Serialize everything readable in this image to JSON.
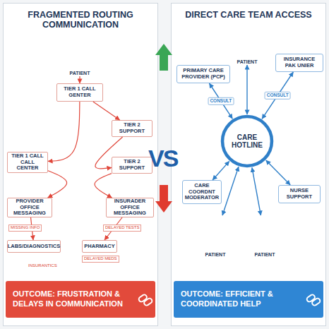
{
  "diagram": {
    "nodes": [
      {
        "text": [
          "FRAGMENTED ROUTING COMMUNICATION"
        ]
      },
      {
        "text": [
          "PATIENT"
        ],
        "in": 0
      },
      {
        "text": [
          "TIER 1 CALL GENTER"
        ],
        "in": 0
      },
      {
        "text": [
          "TIER 2 SUPPORT"
        ],
        "in": 0
      },
      {
        "text": [
          "TIER 1 CALL CALL CENTER"
        ],
        "in": 0
      },
      {
        "text": [
          "TIER 2 SUPPORT"
        ],
        "in": 0
      },
      {
        "text": [
          "PROVIDER OFFICE MESSAGING"
        ],
        "in": 0
      },
      {
        "text": [
          "INSURADER OFFICE MESSAGING"
        ],
        "in": 0
      },
      {
        "text": [
          "LABS/DIAGNOSTICS"
        ],
        "in": 0
      },
      {
        "text": [
          "PHARMACY"
        ],
        "in": 0
      },
      {
        "text": [
          "OUTCOME: FRUSTRATION & DELAYS IN COMMUNICATION"
        ],
        "in": 0
      },
      {
        "text": [
          "DIRECT CARE TEAM ACCESS"
        ]
      },
      {
        "text": [
          "PRIMARY CARE PROVIDER (PCP)"
        ],
        "in": 11
      },
      {
        "text": [
          "PATIENT"
        ],
        "in": 11
      },
      {
        "text": [
          "INSURANCE PAK UNIER"
        ],
        "in": 11
      },
      {
        "text": [
          "CARE HOTLINE"
        ],
        "in": 11
      },
      {
        "text": [
          "CARE COORDNT MODERATOR"
        ],
        "in": 11
      },
      {
        "text": [
          "NURSE SUPPORT"
        ],
        "in": 11
      },
      {
        "text": [
          "PATIENT"
        ],
        "in": 11
      },
      {
        "text": [
          "PATIENT"
        ],
        "in": 11
      },
      {
        "text": [
          "OUTCOME: EFFICIENT & COORDINATED HELP"
        ],
        "in": 11
      }
    ],
    "edges": [
      {
        "from": 1,
        "to": 2,
        "arrow": "to"
      },
      {
        "from": 2,
        "to": 3,
        "arrow": "to"
      },
      {
        "from": 2,
        "to": 4,
        "arrow": "to"
      },
      {
        "from": 3,
        "to": 5,
        "arrow": "to"
      },
      {
        "from": 4,
        "to": 6,
        "arrow": "to"
      },
      {
        "from": 5,
        "to": 7,
        "arrow": "to"
      },
      {
        "from": 6,
        "to": 8,
        "arrow": "to"
      },
      {
        "from": 7,
        "to": 9,
        "arrow": "to"
      },
      {
        "from": 13,
        "to": 15,
        "arrow": "both"
      },
      {
        "from": 12,
        "to": 15,
        "label": "CONSULT",
        "arrow": "both"
      },
      {
        "from": 14,
        "to": 15,
        "label": "CONSULT",
        "arrow": "both"
      },
      {
        "from": 15,
        "to": 16,
        "arrow": "both"
      },
      {
        "from": 15,
        "to": 17,
        "arrow": "both"
      },
      {
        "from": 15,
        "to": 18,
        "arrow": "both"
      },
      {
        "from": 15,
        "to": 19,
        "arrow": "both"
      }
    ],
    "labels": [
      "MISSING INFO",
      "DELAYED TESTS",
      "INSURANTICS",
      "DELAYED MEDS",
      "VS"
    ]
  }
}
